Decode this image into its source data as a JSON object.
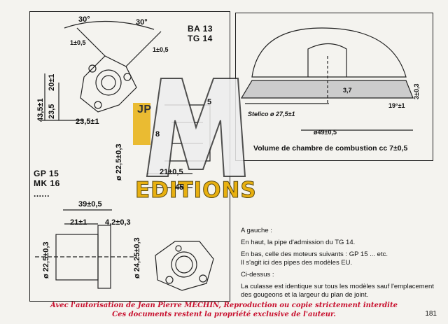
{
  "labels": {
    "ba13": "BA 13",
    "tg14": "TG 14",
    "gp15": "GP 15",
    "mk16": "MK 16",
    "dots": "......"
  },
  "dims": {
    "angle_left": "30°",
    "angle_right": "30°",
    "d1": "1±0,5",
    "d2": "1±0,5",
    "d43": "43,5±1",
    "d20": "20±1",
    "d23": "23,5",
    "d235": "23,5±1",
    "d8": "8",
    "d5": "5",
    "d22": "ø 22,5±0,3",
    "d21": "21±0,5",
    "d45": "45",
    "d39": "39±0,5",
    "d21b": "21±1",
    "d4": "4,2±0,3",
    "d225": "ø 22,5±0,3",
    "d2425": "ø 24,25±0,3",
    "d37": "3,7",
    "d3": "3±0,3",
    "d19": "19°±1",
    "d49": "ø49±0,5"
  },
  "right_caption": "Volume de chambre de combustion cc 7±0,5",
  "stelico": "Stelico ø 27,5±1",
  "text": {
    "p1": "A gauche :",
    "p2": "En haut, la pipe d'admission du TG 14.",
    "p3a": "En bas, celle des moteurs suivants : GP 15 ... etc.",
    "p3b": "Il s'agit ici des pipes des modèles EU.",
    "p4": "Ci-dessus :",
    "p5": "La culasse est identique sur tous les modèles sauf l'emplacement des gougeons et la largeur du plan de joint."
  },
  "notice": {
    "line1": "Avec l'autorisation de Jean Pierre MECHIN, Reproduction ou copie strictement interdite",
    "line2": "Ces documents restent la propriété exclusive de l'auteur."
  },
  "logo": {
    "initials": "JP",
    "text": "EDITIONS"
  },
  "page_number": "181",
  "colors": {
    "notice": "#c8102e",
    "logo": "#e8b010"
  }
}
